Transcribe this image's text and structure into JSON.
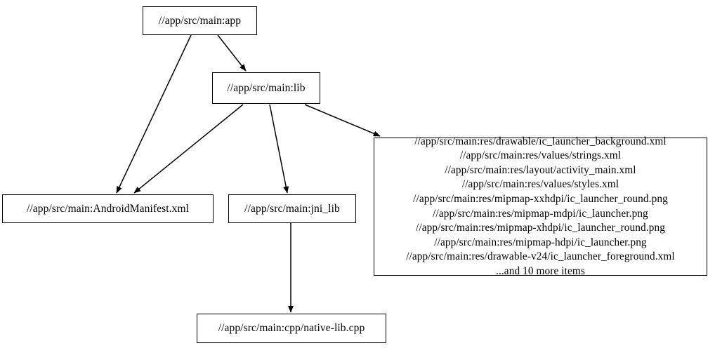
{
  "graph": {
    "type": "directed-dependency-graph",
    "nodes": [
      {
        "id": "app",
        "label": "//app/src/main:app"
      },
      {
        "id": "lib",
        "label": "//app/src/main:lib"
      },
      {
        "id": "manifest",
        "label": "//app/src/main:AndroidManifest.xml"
      },
      {
        "id": "jni_lib",
        "label": "//app/src/main:jni_lib"
      },
      {
        "id": "res",
        "label": "//app/src/main:res/drawable/ic_launcher_background.xml\n//app/src/main:res/values/strings.xml\n//app/src/main:res/layout/activity_main.xml\n//app/src/main:res/values/styles.xml\n//app/src/main:res/mipmap-xxhdpi/ic_launcher_round.png\n//app/src/main:res/mipmap-mdpi/ic_launcher.png\n//app/src/main:res/mipmap-xhdpi/ic_launcher_round.png\n//app/src/main:res/mipmap-hdpi/ic_launcher.png\n//app/src/main:res/drawable-v24/ic_launcher_foreground.xml\n...and 10 more items",
        "lines": [
          "//app/src/main:res/drawable/ic_launcher_background.xml",
          "//app/src/main:res/values/strings.xml",
          "//app/src/main:res/layout/activity_main.xml",
          "//app/src/main:res/values/styles.xml",
          "//app/src/main:res/mipmap-xxhdpi/ic_launcher_round.png",
          "//app/src/main:res/mipmap-mdpi/ic_launcher.png",
          "//app/src/main:res/mipmap-xhdpi/ic_launcher_round.png",
          "//app/src/main:res/mipmap-hdpi/ic_launcher.png",
          "//app/src/main:res/drawable-v24/ic_launcher_foreground.xml",
          "...and 10 more items"
        ]
      },
      {
        "id": "native_lib",
        "label": "//app/src/main:cpp/native-lib.cpp"
      }
    ],
    "edges": [
      {
        "from": "app",
        "to": "lib"
      },
      {
        "from": "app",
        "to": "manifest"
      },
      {
        "from": "lib",
        "to": "manifest"
      },
      {
        "from": "lib",
        "to": "jni_lib"
      },
      {
        "from": "lib",
        "to": "res"
      },
      {
        "from": "jni_lib",
        "to": "native_lib"
      }
    ],
    "colors": {
      "background": "#ffffff",
      "node_fill": "#ffffff",
      "node_border": "#000000",
      "edge": "#000000",
      "text": "#000000"
    }
  }
}
